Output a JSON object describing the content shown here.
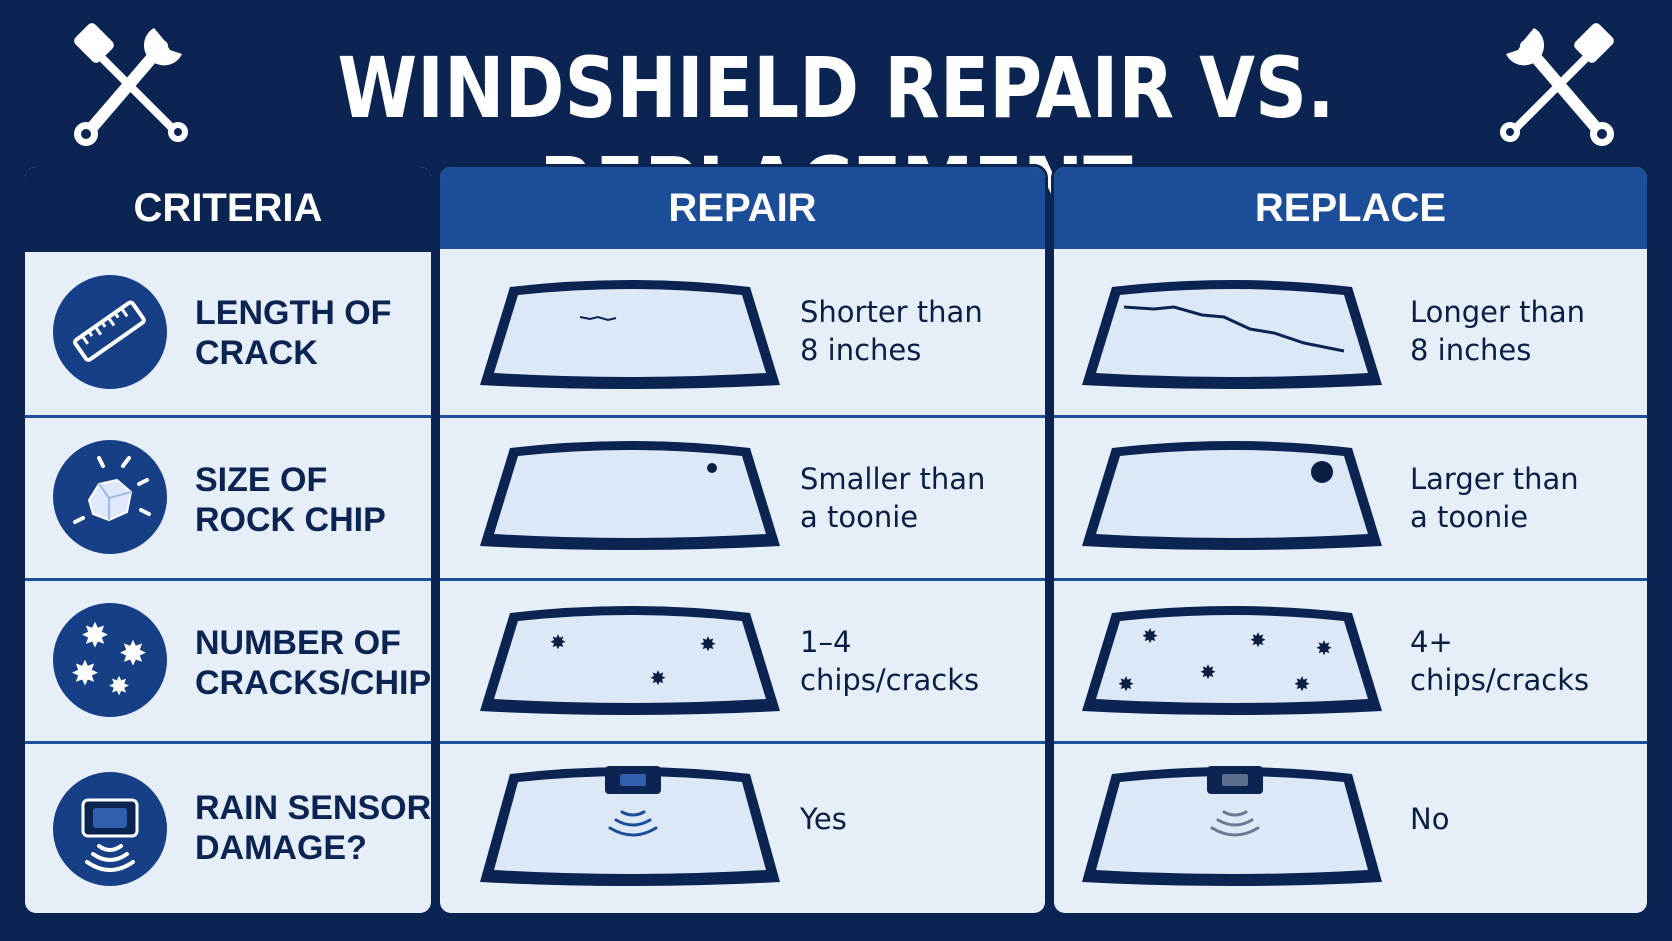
{
  "title": "WINDSHIELD REPAIR VS. REPLACEMENT",
  "columns": {
    "criteria": "CRITERIA",
    "repair": "REPAIR",
    "replace": "REPLACE"
  },
  "rows": [
    {
      "criterion_line1": "LENGTH OF",
      "criterion_line2": "CRACK",
      "icon": "ruler-icon",
      "repair_line1": "Shorter than",
      "repair_line2": "8 inches",
      "replace_line1": "Longer than",
      "replace_line2": "8 inches"
    },
    {
      "criterion_line1": "SIZE OF",
      "criterion_line2": "ROCK CHIP",
      "icon": "rock-chip-icon",
      "repair_line1": "Smaller than",
      "repair_line2": "a toonie",
      "replace_line1": "Larger than",
      "replace_line2": "a toonie"
    },
    {
      "criterion_line1": "NUMBER OF",
      "criterion_line2": "CRACKS/CHIPS",
      "icon": "chips-icon",
      "repair_line1": "1–4",
      "repair_line2": "chips/cracks",
      "replace_line1": "4+",
      "replace_line2": "chips/cracks"
    },
    {
      "criterion_line1": "RAIN SENSOR",
      "criterion_line2": "DAMAGE?",
      "icon": "rain-sensor-icon",
      "repair_line1": "Yes",
      "repair_line2": "",
      "replace_line1": "No",
      "replace_line2": ""
    }
  ],
  "colors": {
    "background": "#0b2452",
    "header_blue": "#1c4d99",
    "cell": "#e6eef8",
    "icon_circle": "#173f85"
  }
}
